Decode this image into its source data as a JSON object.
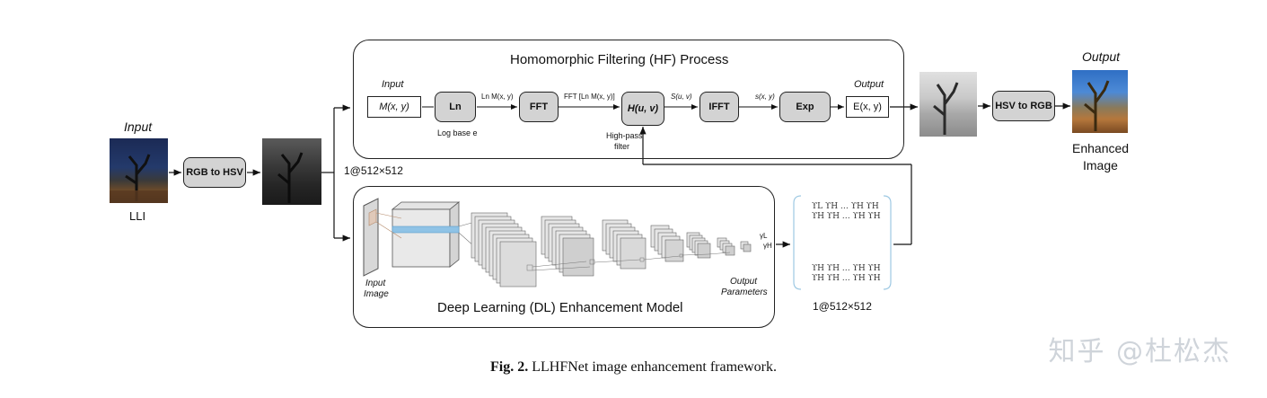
{
  "input_section": {
    "title": "Input",
    "image_label": "LLI"
  },
  "rgb_to_hsv": "RGB to HSV",
  "dimension_top": "1@512×512",
  "dimension_bottom": "1@512×512",
  "hf": {
    "title": "Homomorphic Filtering (HF) Process",
    "input_label": "Input",
    "output_label": "Output",
    "m_xy": "M(x, y)",
    "ln": "Ln",
    "log_base": "Log base e",
    "ln_m": "Ln M(x, y)",
    "fft": "FFT",
    "fft_ln": "FFT [Ln M(x, y)]",
    "h_uv": "H(u, v)",
    "high_pass": "High-pass",
    "filter": "filter",
    "s_uv": "S(u, v)",
    "ifft": "IFFT",
    "s_xy": "s(x, y)",
    "exp": "Exp",
    "e_xy": "E(x, y)"
  },
  "hsv_to_rgb": "HSV to RGB",
  "output_section": {
    "title": "Output",
    "line1": "Enhanced",
    "line2": "Image"
  },
  "dl": {
    "title": "Deep Learning (DL) Enhancement Model",
    "input_image_1": "Input",
    "input_image_2": "Image",
    "output_params_1": "Output",
    "output_params_2": "Parameters",
    "gamma_l": "γL",
    "gamma_h": "γH"
  },
  "matrix_rows": [
    "ϒL  ϒH  … ϒH  ϒH",
    "ϒH  ϒH  … ϒH  ϒH",
    "ϒH  ϒH  … ϒH  ϒH",
    "ϒH  ϒH  … ϒH  ϒH"
  ],
  "caption": {
    "fig": "Fig. 2.",
    "text": "LLHFNet image enhancement framework."
  },
  "watermark": "知乎 @杜松杰",
  "colors": {
    "block_fill": "#d3d3d3",
    "bracket": "#9ec9e3",
    "conv_fill": "#d0d0d0",
    "cyan_bar": "#8fc3e6"
  }
}
